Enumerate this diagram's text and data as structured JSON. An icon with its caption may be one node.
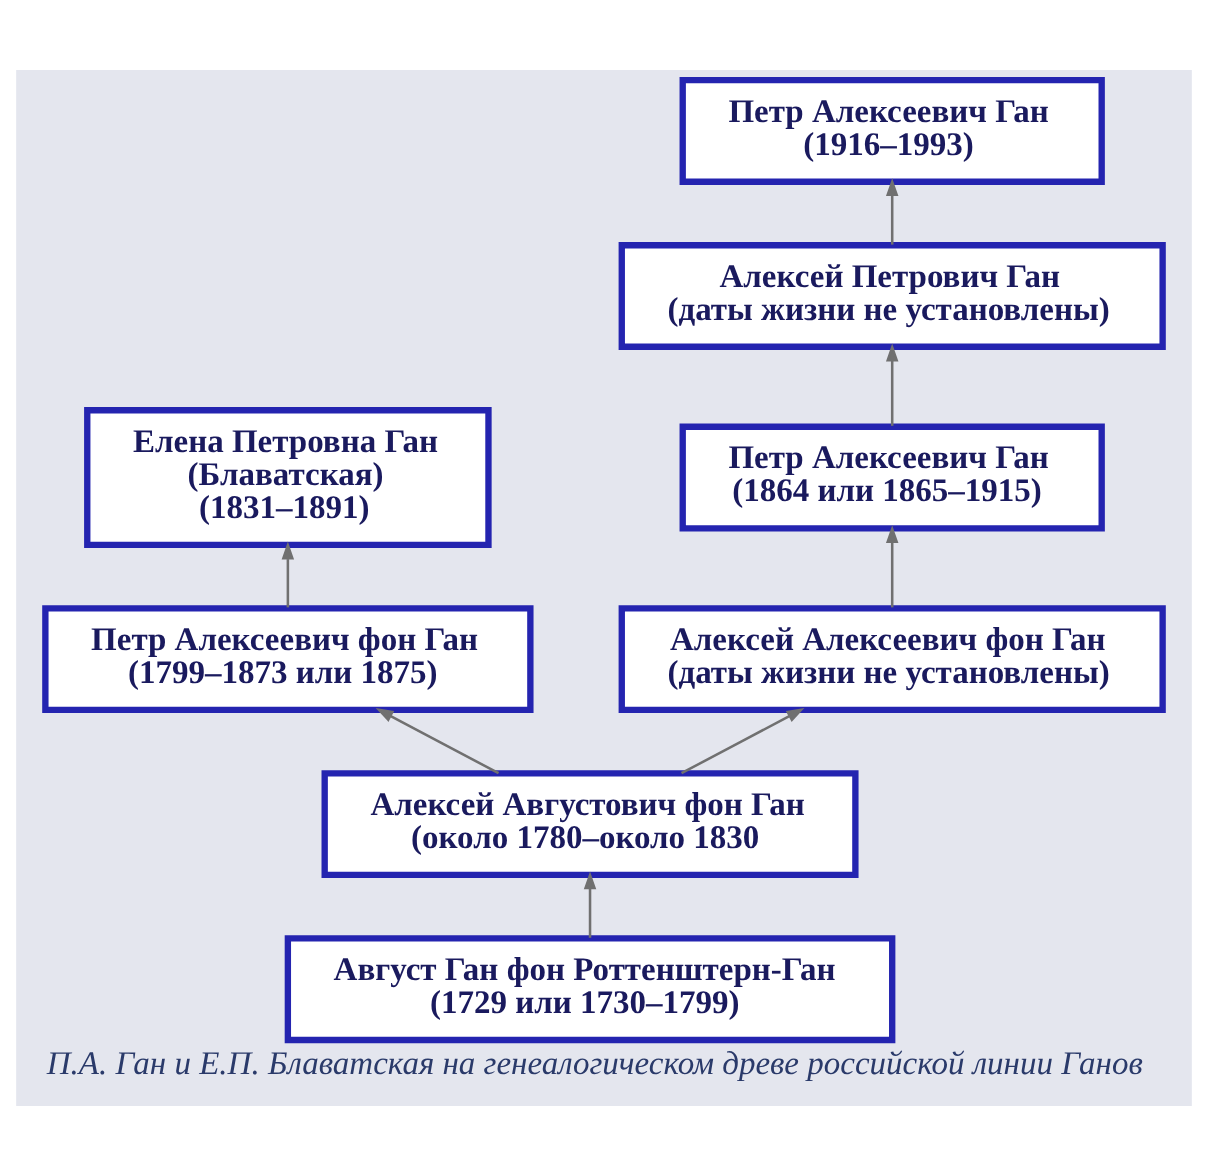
{
  "diagram": {
    "caption": "П.А. Ган и Е.П. Блаватская на генеалогическом древе российской линии Ганов",
    "nodes": [
      {
        "text": [
          "Петр Алексеевич Ган",
          "(1916–1993)"
        ]
      },
      {
        "text": [
          "Алексей Петрович Ган",
          "(даты жизни не установлены)"
        ]
      },
      {
        "text": [
          "Елена Петровна Ган",
          "(Блаватская)",
          "(1831–1891)"
        ]
      },
      {
        "text": [
          "Петр Алексеевич Ган",
          "(1864 или 1865–1915)"
        ]
      },
      {
        "text": [
          "Петр Алексеевич фон Ган",
          "(1799–1873 или 1875)"
        ]
      },
      {
        "text": [
          "Алексей Алексеевич фон Ган",
          "(даты жизни не установлены)"
        ]
      },
      {
        "text": [
          "Алексей Августович фон Ган",
          "(около 1780–около 1830"
        ]
      },
      {
        "text": [
          "Август Ган фон Роттенштерн-Ган",
          "(1729 или 1730–1799)"
        ]
      }
    ],
    "edges": [
      {
        "from": 7,
        "to": 6,
        "arrow": "to"
      },
      {
        "from": 6,
        "to": 4,
        "arrow": "to"
      },
      {
        "from": 6,
        "to": 5,
        "arrow": "to"
      },
      {
        "from": 4,
        "to": 2,
        "arrow": "to"
      },
      {
        "from": 5,
        "to": 3,
        "arrow": "to"
      },
      {
        "from": 3,
        "to": 1,
        "arrow": "to"
      },
      {
        "from": 1,
        "to": 0,
        "arrow": "to"
      }
    ]
  }
}
